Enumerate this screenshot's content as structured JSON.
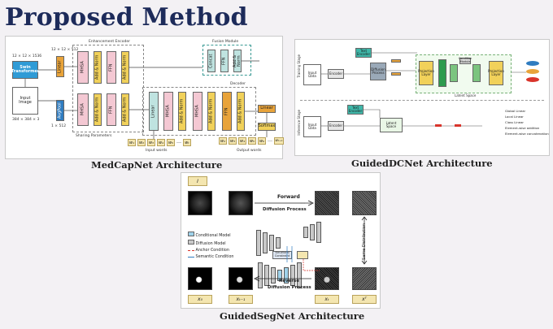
{
  "title": "Proposed Method",
  "captions": {
    "medcapnet": "MedCapNet Architecture",
    "guideddcnet": "GuidedDCNet Architecture",
    "guidedsegnet": "GuidedSegNet Architecture"
  },
  "medcapnet": {
    "input_dim": "12 × 12 × 1536",
    "swin": "Swin Transformer",
    "input_image": "Input Image",
    "image_dim": "384 × 384 × 3",
    "linear1_dim": "12 × 12 × 512",
    "avgpool_dim": "1 × 512",
    "enhancement_encoder": "Enhancement Encoder",
    "fusion_module": "Fusion Module",
    "decoder": "Decoder",
    "sharing_params": "Sharing Parameters",
    "input_words_label": "Input words",
    "output_words_label": "Output words",
    "linear": "Linear",
    "avgpool": "AvgPool",
    "softmax": "Softmax",
    "mhsa": "MHSA",
    "add_norm": "Add & Norm",
    "ffn": "FFN",
    "concat": "Concat",
    "input_words": [
      "w₁",
      "w₂",
      "w₃",
      "w₄",
      "w₅",
      "…",
      "wₜ"
    ],
    "output_words": [
      "w₂",
      "w₃",
      "w₄",
      "w₅",
      "w₆",
      "…",
      "wₜ₊₁"
    ]
  },
  "guideddcnet": {
    "training_stage": "Training Stage",
    "inference_stage": "Inference Stage",
    "input_data": "Input Data",
    "encoder": "Encoder",
    "text_encoder": "Text Encoder",
    "diffusion_process": "Diffusion Process",
    "latent_space": "Latent Space",
    "projection_layer": "Projection Layer",
    "condition_module": "Condition Module",
    "legend": [
      "Global Linear",
      "Local Linear",
      "Class Linear",
      "Element-wise addition",
      "Element-wise concatenation"
    ]
  },
  "guidedsegnet": {
    "i_label": "I",
    "forward": "Forward",
    "diffusion_process": "Diffusion Process",
    "reverse": "Reverse",
    "reverse_process": "Diffusion Process",
    "same_distribution": "Same Distribution",
    "legend": [
      "Conditional Model",
      "Diffusion Model",
      "Anchor Condition",
      "Semantic Condition"
    ],
    "structural_constraint": "Structural Constraint",
    "bottom_labels": [
      "x₀",
      "xₜ₋₁",
      "xₜ",
      "xᵀ"
    ]
  },
  "colors": {
    "title": "#1d2b5a",
    "blue_block": "#2f9bd6",
    "orange_block": "#e8a33a",
    "pink_block": "#f4c8d3",
    "teal_block": "#bfe3e0",
    "yellow_block": "#f1d15a",
    "green_block": "#7bc47f",
    "word_box": "#f0d65c"
  }
}
